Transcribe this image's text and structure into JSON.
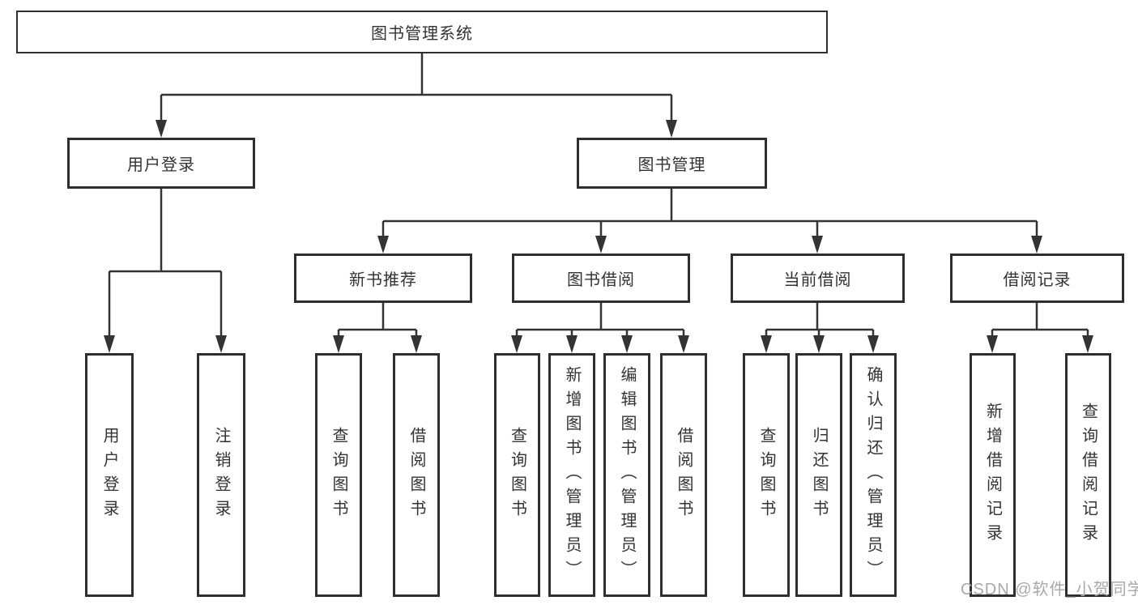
{
  "diagram": {
    "watermark": "CSDN @软件_小贺同学",
    "colors": {
      "line": "#333333",
      "box_border": "#2e2e2e",
      "box_fill": "#ffffff",
      "text": "#333333",
      "watermark": "#a9a9ad"
    },
    "tree": {
      "label": "图书管理系统",
      "children": [
        {
          "label": "用户登录",
          "children": [
            {
              "label": "用户登录"
            },
            {
              "label": "注销登录"
            }
          ]
        },
        {
          "label": "图书管理",
          "children": [
            {
              "label": "新书推荐",
              "children": [
                {
                  "label": "查询图书"
                },
                {
                  "label": "借阅图书"
                }
              ]
            },
            {
              "label": "图书借阅",
              "children": [
                {
                  "label": "查询图书"
                },
                {
                  "label": "新增图书（管理员）"
                },
                {
                  "label": "编辑图书（管理员）"
                },
                {
                  "label": "借阅图书"
                }
              ]
            },
            {
              "label": "当前借阅",
              "children": [
                {
                  "label": "查询图书"
                },
                {
                  "label": "归还图书"
                },
                {
                  "label": "确认归还（管理员）"
                }
              ]
            },
            {
              "label": "借阅记录",
              "children": [
                {
                  "label": "新增借阅记录"
                },
                {
                  "label": "查询借阅记录"
                }
              ]
            }
          ]
        }
      ]
    }
  }
}
